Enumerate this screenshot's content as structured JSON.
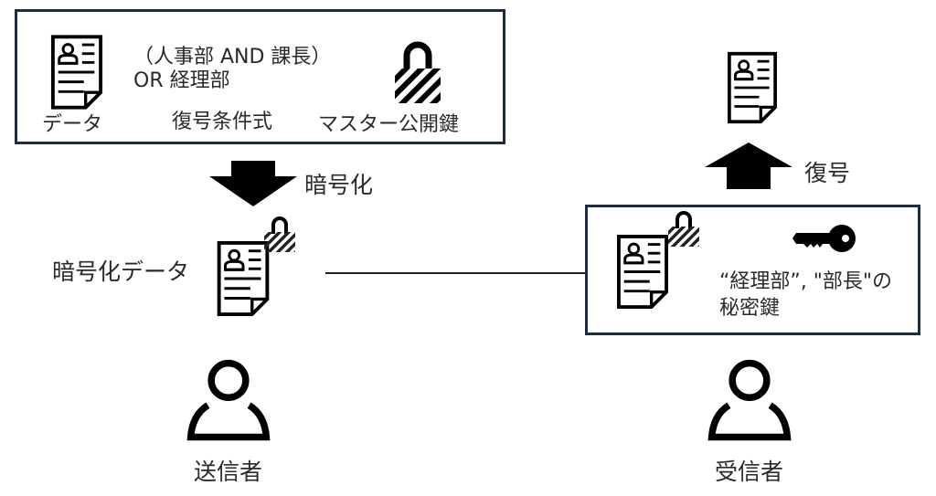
{
  "top_box": {
    "data_label": "データ",
    "condition_line1": "（人事部 AND 課長）",
    "condition_line2": "OR 経理部",
    "condition_label": "復号条件式",
    "master_key_label": "マスター公開鍵"
  },
  "encrypt": {
    "arrow_label": "暗号化",
    "encrypted_data_label": "暗号化データ"
  },
  "decrypt": {
    "arrow_label": "復号"
  },
  "receiver_box": {
    "key_label_line1": "“経理部”, \"部長\"の",
    "key_label_line2": "秘密鍵"
  },
  "actors": {
    "sender_label": "送信者",
    "receiver_label": "受信者"
  },
  "icons": {
    "document": "document-icon",
    "lock": "hatched-lock-icon",
    "key": "key-icon",
    "person": "person-icon",
    "arrow_down": "arrow-down-icon",
    "arrow_up": "arrow-up-icon"
  },
  "colors": {
    "box_border": "#1f2a44",
    "ink": "#000000",
    "text": "#2a2a2a"
  }
}
